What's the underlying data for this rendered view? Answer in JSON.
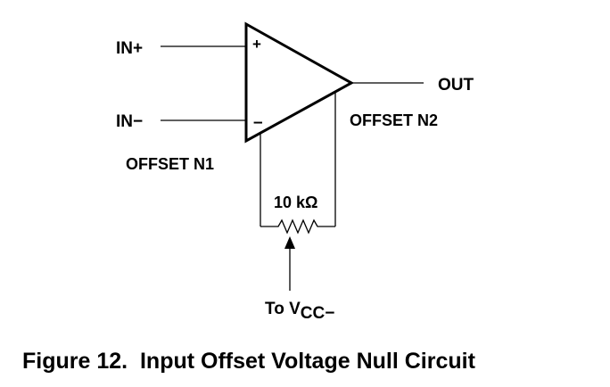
{
  "labels": {
    "in_plus": "IN+",
    "in_minus": "IN−",
    "out": "OUT",
    "offset_n2": "OFFSET N2",
    "offset_n1": "OFFSET N1",
    "resistor": "10 kΩ",
    "supply_prefix": "To V",
    "supply_subscript": "CC−",
    "plus_symbol": "+",
    "minus_symbol": "–"
  },
  "caption": "Figure 12.  Input Offset Voltage Null Circuit",
  "colors": {
    "ink": "#000000",
    "background": "#ffffff"
  }
}
